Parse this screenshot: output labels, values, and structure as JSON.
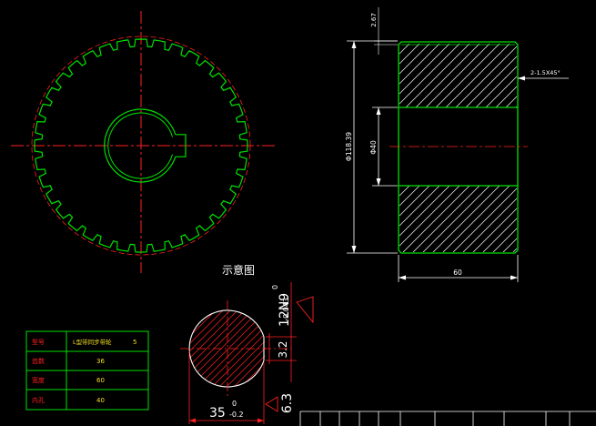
{
  "view_title": "示意图",
  "dimensions": {
    "chamfer_width": "2.67",
    "chamfer_note": "2-1.5X45°",
    "outer_diameter": "Φ118.39",
    "bore_diameter": "Φ40",
    "face_width": "60",
    "keyway_width": "12N9",
    "keyway_width_upper_tol": "0",
    "keyway_width_lower_tol": "-0.043",
    "key_depth": "3.2",
    "hub_size": "35",
    "hub_size_upper_tol": "0",
    "hub_size_lower_tol": "-0.2",
    "roughness": "6.3"
  },
  "param_table": {
    "rows": [
      {
        "label": "型号",
        "value": "L型带同步带轮",
        "extra": "5"
      },
      {
        "label": "齿数",
        "value": "36",
        "extra": ""
      },
      {
        "label": "宽度",
        "value": "60",
        "extra": ""
      },
      {
        "label": "内孔",
        "value": "40",
        "extra": ""
      }
    ]
  },
  "colors": {
    "outline": "#00e000",
    "center_line": "#ff2020",
    "dimension": "#ffffff",
    "hatch": "#ffffff",
    "table_text": "#f4e020"
  }
}
